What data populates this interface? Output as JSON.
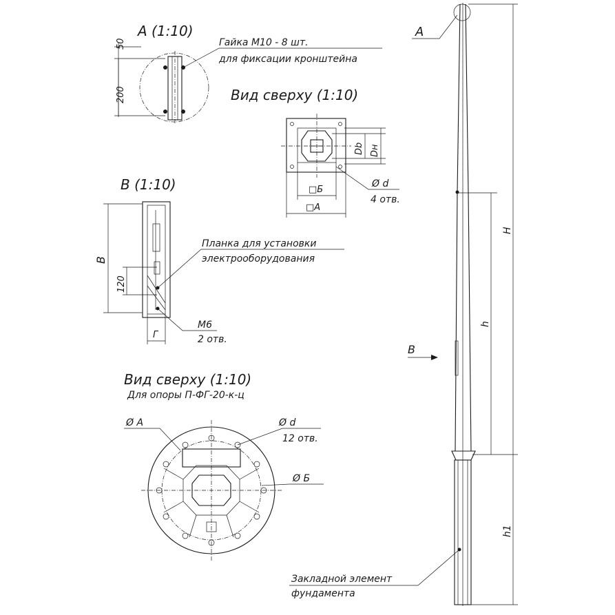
{
  "view_a": {
    "title": "А (1:10)",
    "dim_top": "50",
    "dim_bottom": "200",
    "note_line1": "Гайка М10 - 8 шт.",
    "note_line2": "для фиксации кронштейна"
  },
  "top_view_1": {
    "title": "Вид сверху (1:10)",
    "dim_b": "□Б",
    "dim_a": "□А",
    "dim_db": "Db",
    "dim_dh": "Dн",
    "hole_d": "Ø d",
    "hole_count": "4 отв."
  },
  "view_b": {
    "title": "В (1:10)",
    "dim_b": "В",
    "dim_120": "120",
    "dim_g": "Г",
    "note_line1": "Планка для установки",
    "note_line2": "электрооборудования",
    "m6": "М6",
    "m6_count": "2 отв."
  },
  "top_view_2": {
    "title": "Вид сверху (1:10)",
    "subtitle": "Для опоры П-ФГ-20-к-ц",
    "dia_a": "Ø А",
    "dia_d": "Ø d",
    "hole_count": "12 отв.",
    "dia_b": "Ø Б"
  },
  "pole": {
    "label_a": "А",
    "label_b": "В",
    "dim_H": "H",
    "dim_h": "h",
    "dim_h1": "h1",
    "note_line1": "Закладной элемент",
    "note_line2": "фундамента"
  }
}
